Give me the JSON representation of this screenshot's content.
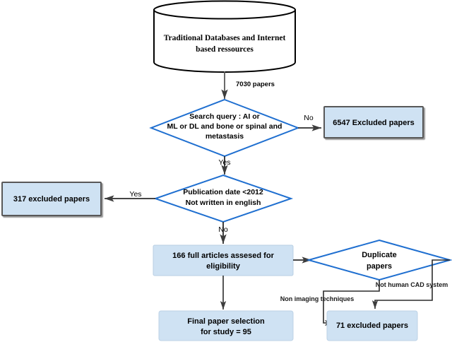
{
  "diagram": {
    "type": "prisma-flowchart",
    "background": "#ffffff",
    "colors": {
      "box_fill": "#cfe2f3",
      "box_border": "#595959",
      "diamond_fill": "#ffffff",
      "diamond_border": "#1f6fd0",
      "connector": "#4a4a4a",
      "text": "#000000",
      "cylinder_fill": "#ffffff",
      "cylinder_border": "#000000"
    },
    "nodes": {
      "database": {
        "label_line1": "Traditional Databases and Internet",
        "label_line2": "based ressources",
        "shape": "cylinder"
      },
      "search_query": {
        "label_line1": "Search query : AI or",
        "label_line2": "ML or DL and bone or spinal and",
        "label_line3": "metastasis",
        "shape": "diamond"
      },
      "excluded_6547": {
        "label": "6547 Excluded papers",
        "shape": "box"
      },
      "publication_date": {
        "label_line1": "Publication date <2012",
        "label_line2": "Not written in english",
        "shape": "diamond"
      },
      "excluded_317": {
        "label": "317 excluded papers",
        "shape": "box"
      },
      "full_articles": {
        "label_line1": "166 full articles assesed for",
        "label_line2": "eligibility",
        "shape": "box"
      },
      "duplicate_papers": {
        "label_line1": "Duplicate",
        "label_line2": "papers",
        "shape": "diamond"
      },
      "final_selection": {
        "label_line1": "Final paper selection",
        "label_line2": "for study = 95",
        "shape": "box"
      },
      "excluded_71": {
        "label": "71 excluded papers",
        "shape": "box"
      }
    },
    "edges": {
      "db_to_query": "7030 papers",
      "query_no": "No",
      "query_yes": "Yes",
      "pubdate_yes": "Yes",
      "pubdate_no": "No",
      "non_imaging": "Non imaging techniques",
      "not_human_cad": "Not human CAD system"
    }
  }
}
